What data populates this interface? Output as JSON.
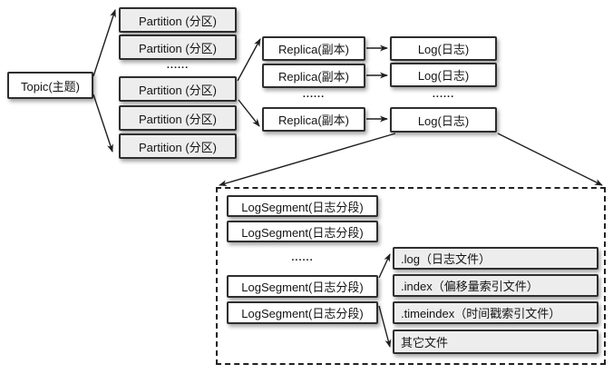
{
  "topic": {
    "label": "Topic(主题)"
  },
  "partitions": {
    "labels": [
      "Partition (分区)",
      "Partition (分区)",
      "Partition (分区)",
      "Partition (分区)",
      "Partition (分区)"
    ],
    "ellipsis": "......"
  },
  "replicas": {
    "labels": [
      "Replica(副本)",
      "Replica(副本)",
      "Replica(副本)"
    ],
    "ellipsis": "......"
  },
  "logs": {
    "labels": [
      "Log(日志)",
      "Log(日志)",
      "Log(日志)"
    ],
    "ellipsis": "......"
  },
  "segments": {
    "labels": [
      "LogSegment(日志分段)",
      "LogSegment(日志分段)",
      "LogSegment(日志分段)",
      "LogSegment(日志分段)"
    ],
    "ellipsis": "......"
  },
  "files": {
    "labels": [
      ".log（日志文件）",
      ".index（偏移量索引文件）",
      ".timeindex（时间戳索引文件）",
      "其它文件"
    ]
  },
  "colors": {
    "box_border": "#2e2e2e",
    "box_fill_white": "#ffffff",
    "box_fill_gray": "#ededed",
    "arrow": "#1f1f1f"
  }
}
